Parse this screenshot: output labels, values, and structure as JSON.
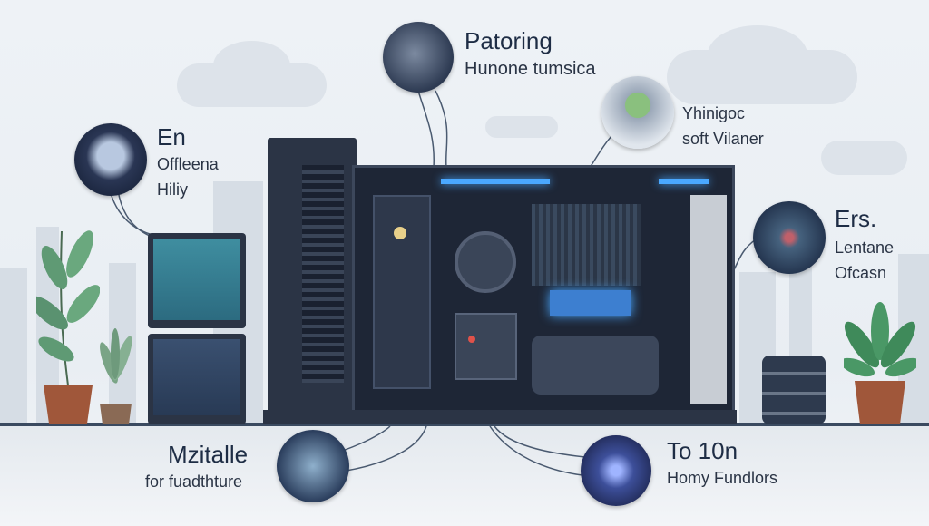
{
  "callouts": {
    "top_center": {
      "title": "Patoring",
      "subtitle": "Hunone tumsica",
      "icon": "cpu-device-icon"
    },
    "top_right": {
      "line1": "Yhinigoc",
      "line2": "soft Vilaner",
      "icon": "plant-chip-icon"
    },
    "left": {
      "title": "En",
      "line1": "Offleena",
      "line2": "Hiliy",
      "icon": "monitor-icon"
    },
    "right": {
      "title": "Ers.",
      "line1": "Lentane",
      "line2": "Ofcasn",
      "icon": "server-module-icon"
    },
    "bottom_left": {
      "title": "Mzitalle",
      "subtitle": "for fuadthture",
      "icon": "engine-icon"
    },
    "bottom_right": {
      "title": "To 10n",
      "subtitle": "Homy Fundlors",
      "icon": "circuit-board-icon"
    }
  },
  "colors": {
    "accent_blue": "#4aa8ff",
    "case_dark": "#2b3445",
    "cable": "#4a5a70"
  }
}
